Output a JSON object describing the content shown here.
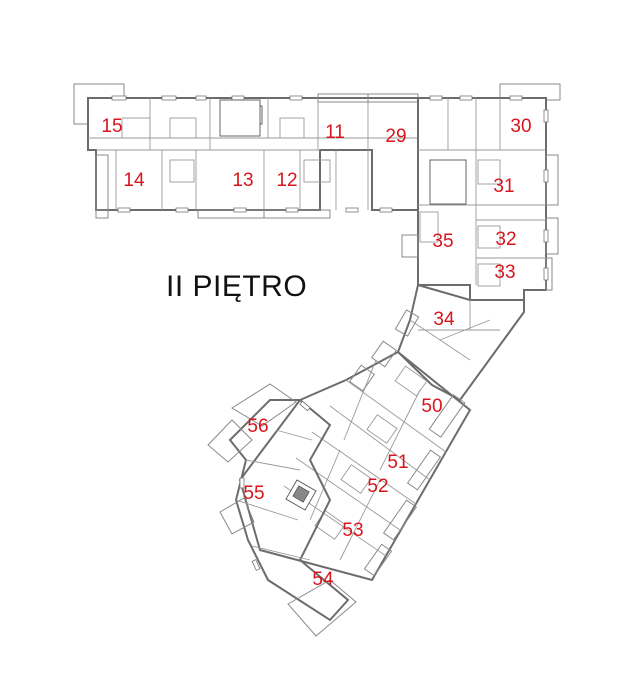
{
  "floor_label": "II PIĘTRO",
  "units": [
    {
      "id": "15",
      "label": "15"
    },
    {
      "id": "11",
      "label": "11"
    },
    {
      "id": "29",
      "label": "29"
    },
    {
      "id": "30",
      "label": "30"
    },
    {
      "id": "14",
      "label": "14"
    },
    {
      "id": "13",
      "label": "13"
    },
    {
      "id": "12",
      "label": "12"
    },
    {
      "id": "31",
      "label": "31"
    },
    {
      "id": "35",
      "label": "35"
    },
    {
      "id": "32",
      "label": "32"
    },
    {
      "id": "33",
      "label": "33"
    },
    {
      "id": "34",
      "label": "34"
    },
    {
      "id": "50",
      "label": "50"
    },
    {
      "id": "56",
      "label": "56"
    },
    {
      "id": "51",
      "label": "51"
    },
    {
      "id": "52",
      "label": "52"
    },
    {
      "id": "55",
      "label": "55"
    },
    {
      "id": "53",
      "label": "53"
    },
    {
      "id": "54",
      "label": "54"
    }
  ],
  "colors": {
    "unit_label": "#d8141c",
    "title": "#111111",
    "walls": "#7a7a7a"
  }
}
